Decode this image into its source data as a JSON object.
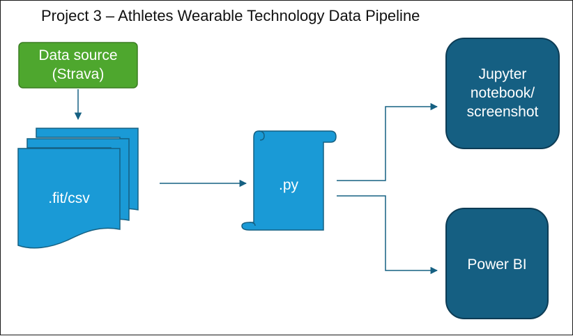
{
  "title": "Project 3 – Athletes Wearable Technology Data Pipeline",
  "nodes": {
    "source": {
      "lines": [
        "Data source",
        "(Strava)"
      ]
    },
    "files": {
      "label": ".fit/csv"
    },
    "script": {
      "label": ".py"
    },
    "jupyter": {
      "lines": [
        "Jupyter",
        "notebook/",
        "screenshot"
      ]
    },
    "powerbi": {
      "label": "Power BI"
    }
  },
  "colors": {
    "source_fill": "#4ea72e",
    "source_stroke": "#3a7d22",
    "doc_fill": "#1a9ad6",
    "doc_stroke": "#156082",
    "output_fill": "#155f82",
    "output_stroke": "#0d3c55",
    "arrow": "#156082"
  }
}
